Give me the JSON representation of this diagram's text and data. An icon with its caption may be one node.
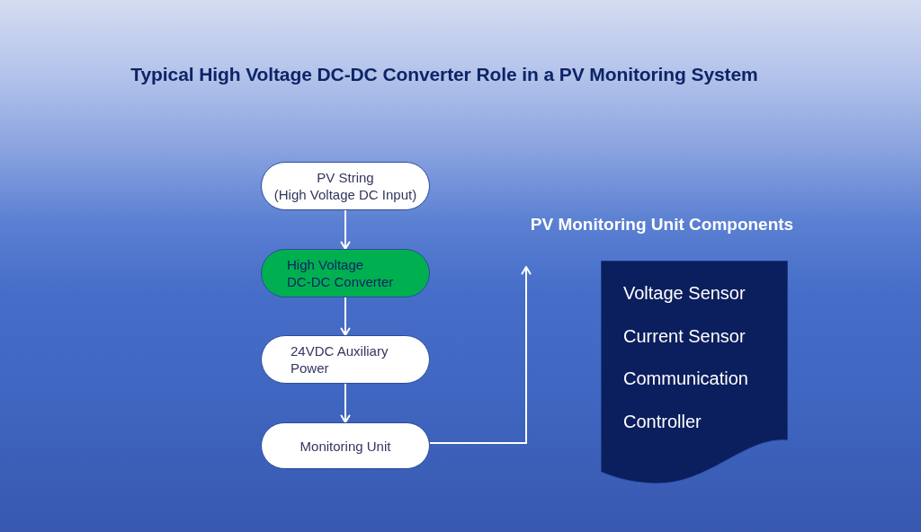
{
  "diagram": {
    "title": "Typical High Voltage DC-DC Converter Role in a PV Monitoring System",
    "nodes": [
      {
        "text": [
          "PV String",
          "(High Voltage DC Input)"
        ]
      },
      {
        "text": [
          "High Voltage DC-DC Converter"
        ]
      },
      {
        "text": [
          "24VDC Auxiliary Power"
        ]
      },
      {
        "text": [
          "Monitoring Unit"
        ]
      },
      {
        "text": [
          "Voltage Sensor",
          "Current Sensor",
          "Communication",
          "Controller"
        ]
      }
    ],
    "edges": [
      {
        "from": 0,
        "to": 1,
        "arrow": "to"
      },
      {
        "from": 1,
        "to": 2,
        "arrow": "to"
      },
      {
        "from": 2,
        "to": 3,
        "arrow": "to"
      },
      {
        "from": 3,
        "to": null,
        "arrow": "to"
      }
    ],
    "labels": [
      "PV Monitoring Unit Components"
    ]
  }
}
